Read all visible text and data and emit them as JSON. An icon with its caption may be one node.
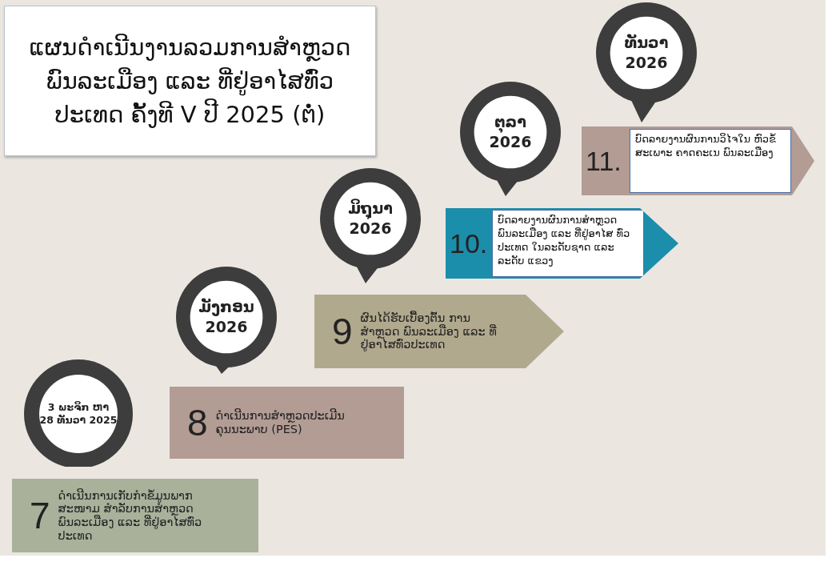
{
  "diagram": {
    "title": "ແຜນດຳເນີນງານລວມການສຳຫຼວດ ພົນລະເມືອງ ແລະ ທີ່ຢູ່ອາໄສທົ່ວປະເທດ ຄັ້ງທີ V ປີ 2025 (ຕໍ່)",
    "nodes": [
      {
        "text": [
          "3 ພະຈິກ ຫາ 28 ທັນວາ 2025"
        ]
      },
      {
        "text": [
          "7",
          "ດຳເນີນການເກັບກຳຂໍ້ມູນພາກ ສະໜາມ ສຳລັບການສຳຫຼວດ ພົນລະເມືອງ ແລະ ທີ່ຢູ່ອາໄສທົ່ວ ປະເທດ"
        ]
      },
      {
        "text": [
          "ມັງກອນ 2026"
        ]
      },
      {
        "text": [
          "8",
          "ດຳເນີນການສຳຫຼວດປະເມີນ ຄຸນນະພາບ (PES)"
        ]
      },
      {
        "text": [
          "ມິຖຸນາ 2026"
        ]
      },
      {
        "text": [
          "9",
          "ຜົນໄດ້ຮັບເບື້ອງຕົ້ນ ການ ສຳຫຼວດ ພົນລະເມືອງ ແລະ ທີ່ຢູ່ອາໄສທົ່ວປະເທດ"
        ]
      },
      {
        "text": [
          "ຕຸລາ 2026"
        ]
      },
      {
        "text": [
          "10."
        ]
      },
      {
        "text": [
          "ບົດລາຍງານຜົນການສຳຫຼວດ ພົນລະເມືອງ ແລະ ທີ່ຢູ່ອາໄສ ທົ່ວ ປະເທດ ໃນລະດັບຊາດ ແລະ ລະດັບ ແຂວງ"
        ],
        "in": 7
      },
      {
        "text": [
          "ທັນວາ 2026"
        ]
      },
      {
        "text": [
          "11."
        ]
      },
      {
        "text": [
          "ບົດລາຍງານຜົນການວິໄຈໃນ ຫົວຂໍ້ສະເພາະ ຄາດຄະເນ ພົນລະເມືອງ"
        ],
        "in": 10
      }
    ]
  }
}
